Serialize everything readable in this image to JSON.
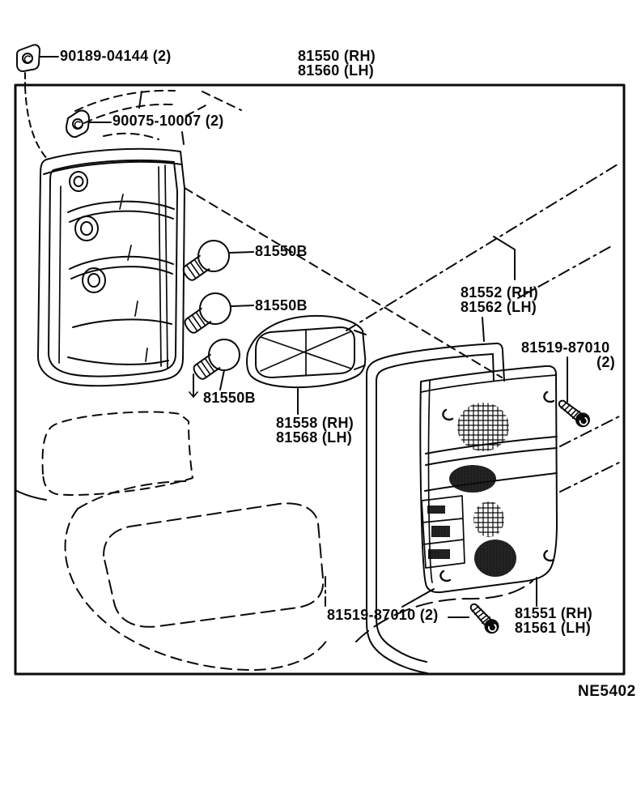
{
  "figure_code": "NE5402",
  "colors": {
    "line": "#0a0a0a",
    "background": "#ffffff"
  },
  "parts": {
    "clip": {
      "number": "90189-04144 (2)"
    },
    "nut": {
      "number": "90075-10007 (2)"
    },
    "body": {
      "rh": "81550 (RH)",
      "lh": "81560 (LH)"
    },
    "bulb_1": {
      "number": "81550B"
    },
    "bulb_2": {
      "number": "81550B"
    },
    "bulb_3": {
      "number": "81550B"
    },
    "gasket": {
      "rh": "81552 (RH)",
      "lh": "81562 (LH)"
    },
    "screw_upper": {
      "number": "81519-87010",
      "qty": "(2)"
    },
    "housing": {
      "rh": "81558 (RH)",
      "lh": "81568 (LH)"
    },
    "screw_lower": {
      "number": "81519-87010 (2)"
    },
    "lens": {
      "rh": "81551 (RH)",
      "lh": "81561 (LH)"
    }
  }
}
